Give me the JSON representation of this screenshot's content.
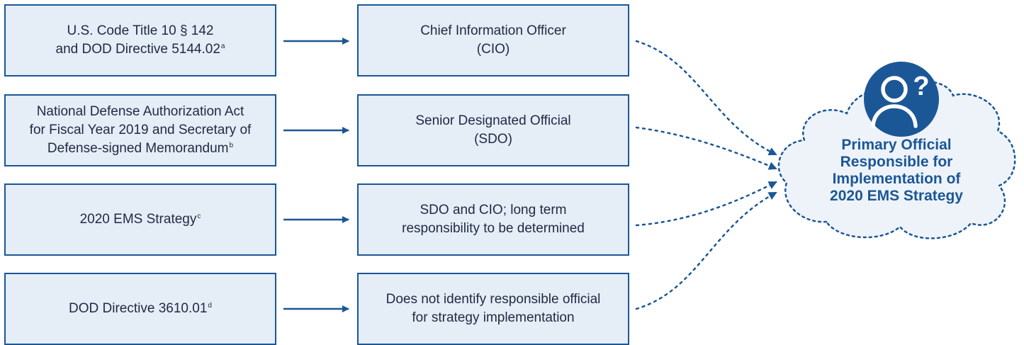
{
  "sources": [
    {
      "lines": [
        "U.S. Code Title 10 § 142",
        "and DOD Directive 5144.02"
      ],
      "note": "a"
    },
    {
      "lines": [
        "National Defense Authorization Act",
        "for Fiscal Year 2019 and Secretary of",
        "Defense-signed Memorandum"
      ],
      "note": "b"
    },
    {
      "lines": [
        "2020 EMS Strategy"
      ],
      "note": "c"
    },
    {
      "lines": [
        "DOD Directive 3610.01"
      ],
      "note": "d"
    }
  ],
  "officials": [
    {
      "lines": [
        "Chief Information Officer",
        "(CIO)"
      ]
    },
    {
      "lines": [
        "Senior Designated Official",
        "(SDO)"
      ]
    },
    {
      "lines": [
        "SDO and CIO; long term",
        "responsibility to be determined"
      ]
    },
    {
      "lines": [
        "Does not identify responsible official",
        "for strategy implementation"
      ]
    }
  ],
  "target": {
    "lines": [
      "Primary Official",
      "Responsible for",
      "Implementation of",
      "2020 EMS Strategy"
    ],
    "icon": "person-question-icon"
  },
  "colors": {
    "primary": "#1b5796",
    "box_fill": "#e5edf7",
    "cloud_fill": "#eef3fa",
    "text": "#1f2a44"
  }
}
